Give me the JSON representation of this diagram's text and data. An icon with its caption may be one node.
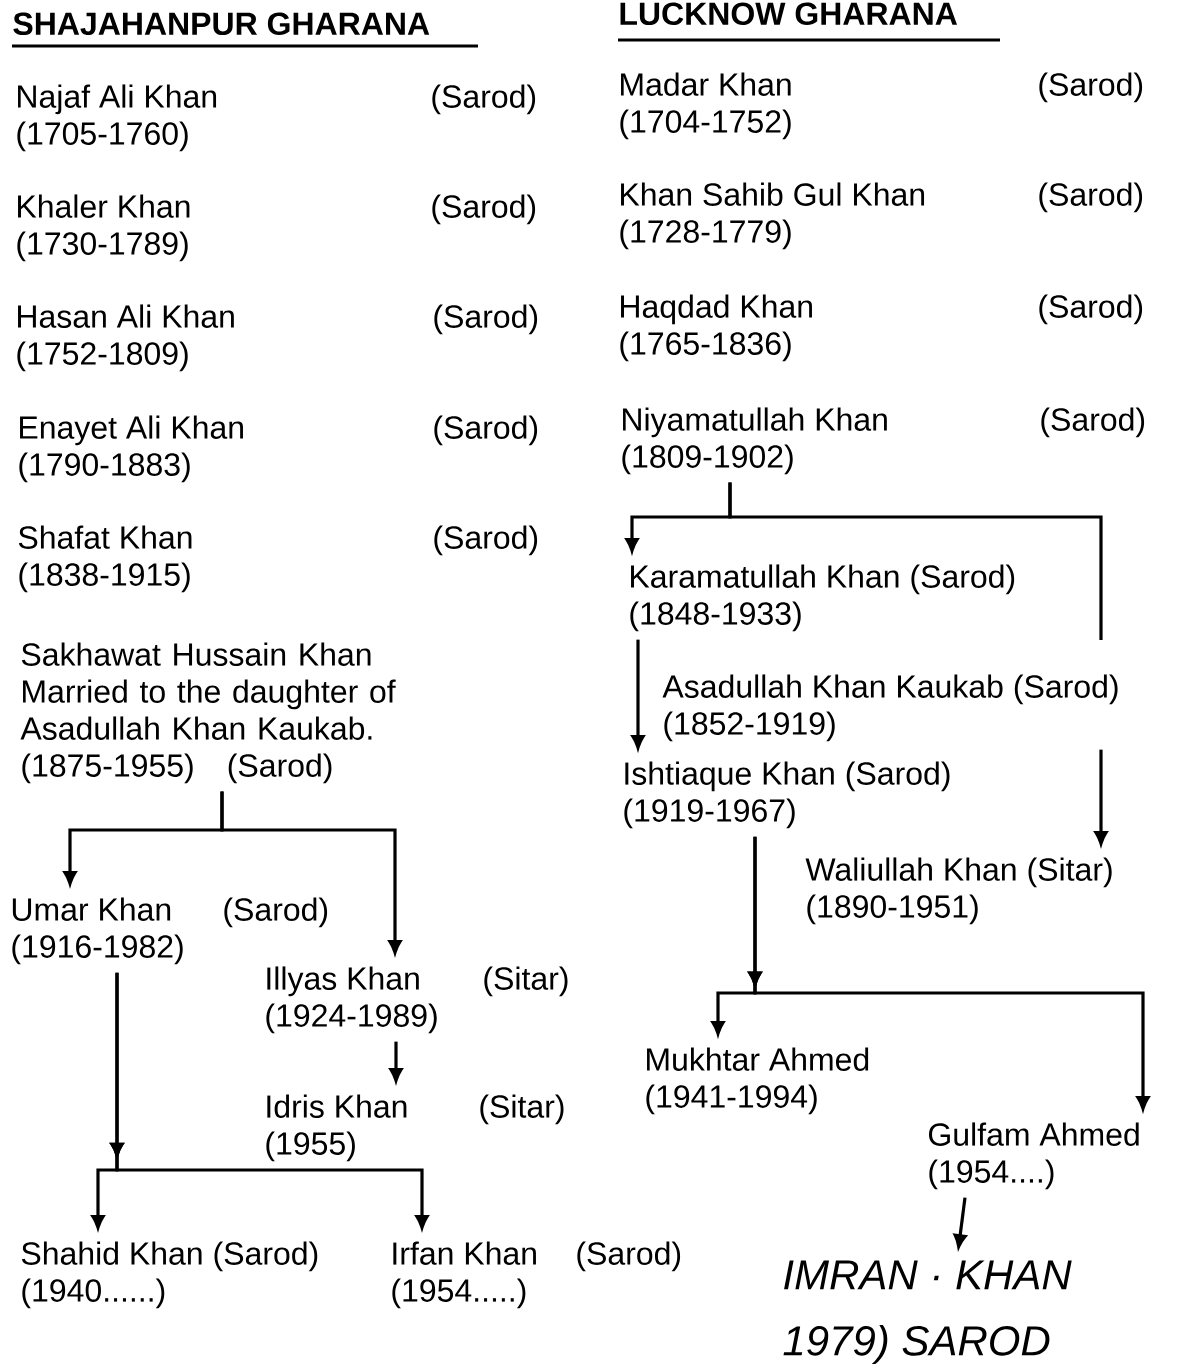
{
  "diagram": {
    "nodes": [
      {
        "text": [
          "Sakhawat Hussain Khan Married to the daughter of Asadullah Khan Kaukab.",
          "(1875-1955)",
          "(Sarod)"
        ]
      },
      {
        "text": [
          "Umar Khan",
          "(Sarod)",
          "(1916-1982)"
        ]
      },
      {
        "text": [
          "Illyas Khan",
          "(Sitar)",
          "(1924-1989)"
        ]
      },
      {
        "text": [
          "Idris Khan",
          "(Sitar)",
          "(1955)"
        ]
      },
      {
        "text": [
          "Shahid Khan",
          "(Sarod)",
          "(1940......)"
        ]
      },
      {
        "text": [
          "Irfan Khan",
          "(Sarod)",
          "(1954.....)"
        ]
      },
      {
        "text": [
          "Niyamatullah Khan",
          "(Sarod)",
          "(1809-1902)"
        ]
      },
      {
        "text": [
          "Karamatullah Khan",
          "(Sarod)",
          "(1848-1933)"
        ]
      },
      {
        "text": [
          "Asadullah Khan Kaukab",
          "(Sarod)",
          "(1852-1919)"
        ]
      },
      {
        "text": [
          "Ishtiaque Khan",
          "(Sarod)",
          "(1919-1967)"
        ]
      },
      {
        "text": [
          "Waliullah Khan",
          "(Sitar)",
          "(1890-1951)"
        ]
      },
      {
        "text": [
          "Mukhtar Ahmed",
          "(1941-1994)"
        ]
      },
      {
        "text": [
          "Gulfam Ahmed",
          "(1954....)"
        ]
      },
      {
        "text": [
          "IMRAN · KHAN",
          "1979) SAROD"
        ]
      }
    ],
    "edges": [
      {
        "from": 0,
        "to": 1,
        "arrow": "to"
      },
      {
        "from": 0,
        "to": 2,
        "arrow": "to"
      },
      {
        "from": 2,
        "to": 3,
        "arrow": "to"
      },
      {
        "from": 1,
        "to": 4,
        "arrow": "to"
      },
      {
        "from": 1,
        "to": 5,
        "arrow": "to"
      },
      {
        "from": 6,
        "to": 7,
        "arrow": "to"
      },
      {
        "from": 6,
        "to": 8,
        "arrow": "none"
      },
      {
        "from": 7,
        "to": 9,
        "arrow": "to"
      },
      {
        "from": 8,
        "to": 10,
        "arrow": "to"
      },
      {
        "from": 9,
        "to": 11,
        "arrow": "to"
      },
      {
        "from": 9,
        "to": 12,
        "arrow": "to"
      },
      {
        "from": 12,
        "to": 13,
        "arrow": "to"
      }
    ],
    "labels": [
      "SHAJAHANPUR GHARANA",
      "LUCKNOW GHARANA",
      "Najaf Ali Khan",
      "(Sarod)",
      "(1705-1760)",
      "Khaler Khan",
      "(Sarod)",
      "(1730-1789)",
      "Hasan Ali Khan",
      "(Sarod)",
      "(1752-1809)",
      "Enayet Ali Khan",
      "(Sarod)",
      "(1790-1883)",
      "Shafat Khan",
      "(Sarod)",
      "(1838-1915)",
      "Madar Khan",
      "(Sarod)",
      "(1704-1752)",
      "Khan Sahib Gul Khan",
      "(Sarod)",
      "(1728-1779)",
      "Haqdad Khan",
      "(Sarod)",
      "(1765-1836)"
    ]
  }
}
